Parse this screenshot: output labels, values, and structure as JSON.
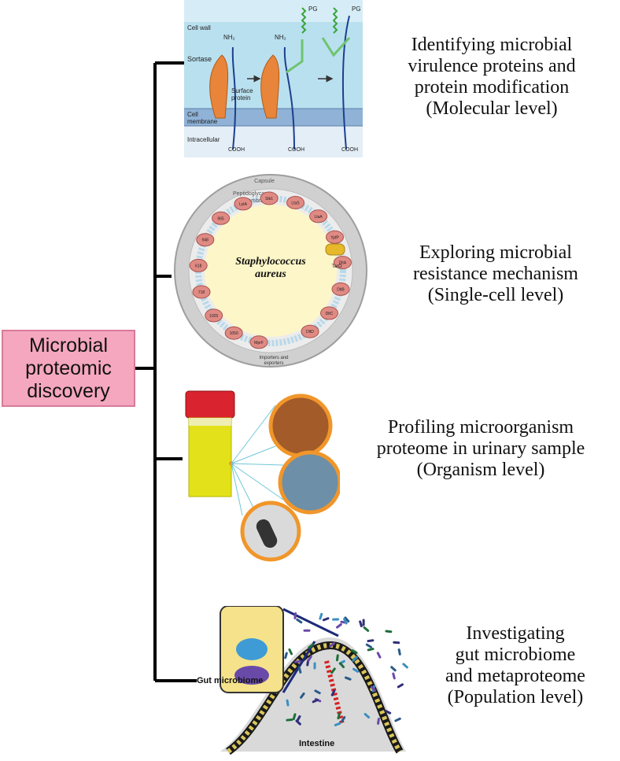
{
  "root": {
    "lines": [
      "Microbial",
      "proteomic",
      "discovery"
    ]
  },
  "branches": [
    {
      "caption": [
        "Identifying microbial",
        "virulence proteins and",
        "protein modification",
        "(Molecular level)"
      ],
      "panel_labels": {
        "cell_wall": "Cell wall",
        "sortase": "Sortase",
        "nh2": "NH₂",
        "pg": "PG",
        "surface_protein": [
          "Surface",
          "protein"
        ],
        "cell_membrane": [
          "Cell",
          "membrane"
        ],
        "intracellular": "Intracellular",
        "cooh": "COOH"
      }
    },
    {
      "caption": [
        "Exploring microbial",
        "resistance mechanism",
        "(Single-cell level)"
      ],
      "panel_labels": {
        "species": [
          "Staphylococcus",
          "aureus"
        ],
        "capsule": "Capsule",
        "peptidoglycan": "Peptidoglycan",
        "membrane": "Membrane",
        "importers": [
          "Importers and",
          "exporters"
        ],
        "proteins": [
          "LtaS",
          "LtaA",
          "YpfP",
          "DltA",
          "DltB",
          "DltC",
          "DltD",
          "TarO",
          "MprF",
          "1050",
          "1025",
          "718",
          "618",
          "948",
          "965",
          "LytA",
          "Stk1"
        ]
      }
    },
    {
      "caption": [
        "Profiling microorganism",
        "proteome in urinary sample",
        "(Organism level)"
      ]
    },
    {
      "caption": [
        "Investigating",
        "gut microbiome",
        "and metaproteome",
        "(Population level)"
      ],
      "panel_labels": {
        "gut_microbiome": "Gut microbiome",
        "intestine": "Intestine"
      }
    }
  ],
  "colors": {
    "root_fill": "#f4a7bf",
    "root_border": "#d87a9a",
    "connector": "#000000",
    "sortase": "#e8853a",
    "membrane": "#8fb2d6",
    "cell_interior": "#fdf6c8",
    "urine": "#e3e21a",
    "cap": "#d9232e",
    "ring": "#f0962a"
  }
}
